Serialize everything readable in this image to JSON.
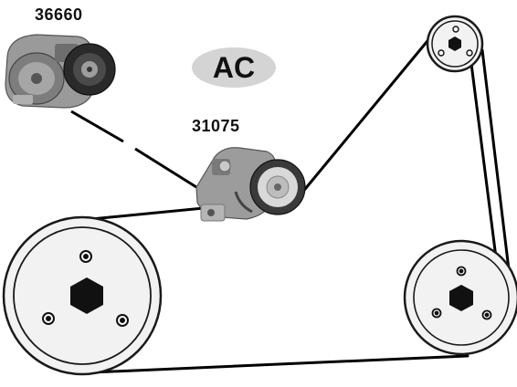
{
  "labels": {
    "tensioner_top": "36660",
    "tensioner_mid": "31075",
    "ac": "AC"
  },
  "colors": {
    "belt": "#000000",
    "pulley_fill": "#f2f2f2",
    "pulley_stroke": "#1a1a1a",
    "hub": "#111111",
    "badge": "#d4d4d4",
    "part_metal": "#8c8c8c"
  }
}
